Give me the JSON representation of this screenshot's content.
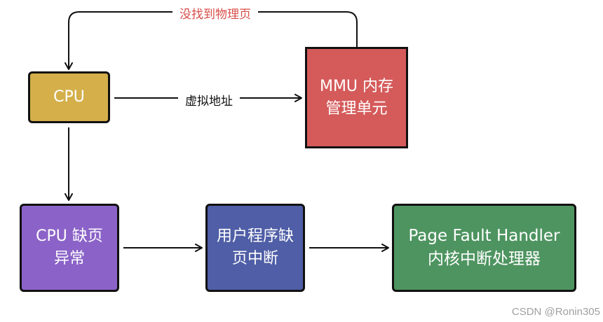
{
  "nodes": {
    "cpu": {
      "lines": [
        "CPU"
      ],
      "color": "#d4af4a"
    },
    "mmu": {
      "lines": [
        "MMU 内存",
        "管理单元"
      ],
      "color": "#d55b5b"
    },
    "fault": {
      "lines": [
        "CPU 缺页",
        "异常"
      ],
      "color": "#8b63c8"
    },
    "user": {
      "lines": [
        "用户程序缺",
        "页中断"
      ],
      "color": "#4f5ea6"
    },
    "handler": {
      "lines": [
        "Page Fault Handler",
        "内核中断处理器"
      ],
      "color": "#4e9460"
    }
  },
  "edges": {
    "not_found_label": "没找到物理页",
    "virtual_addr_label": "虚拟地址"
  },
  "colors": {
    "label_red": "#d84e4a",
    "stroke": "#111111"
  },
  "watermark": "CSDN @Ronin305"
}
